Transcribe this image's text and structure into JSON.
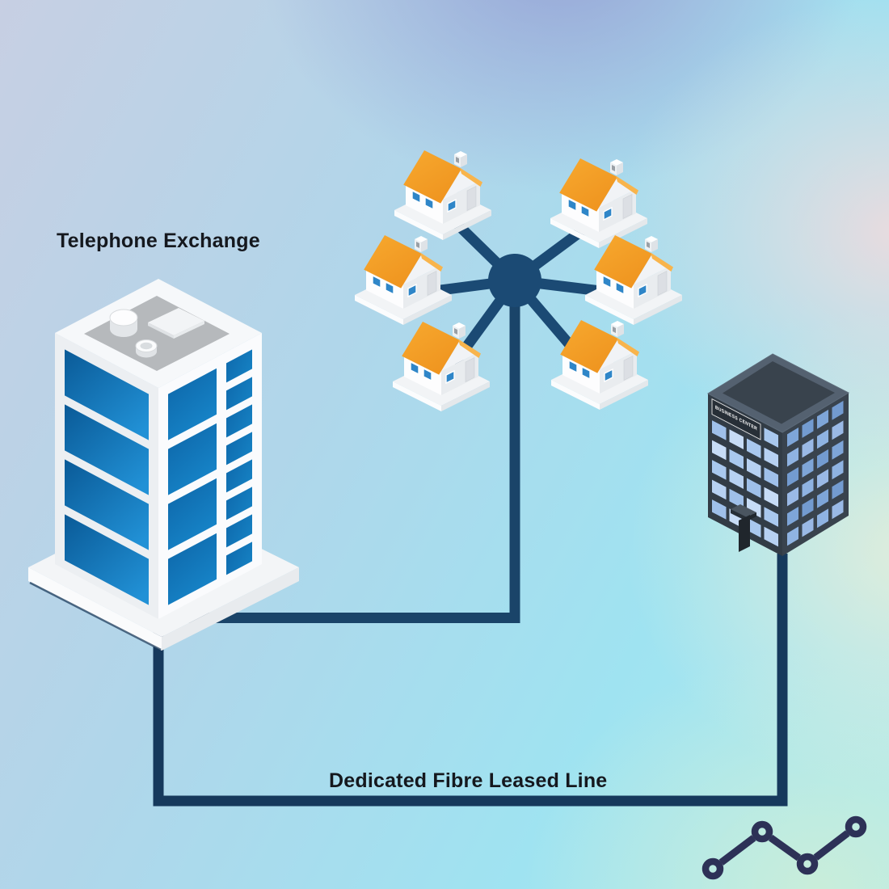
{
  "labels": {
    "telephone_exchange": "Telephone Exchange",
    "dedicated_line": "Dedicated Fibre Leased Line"
  },
  "business_center": {
    "sign": "BUSINESS CENTER"
  },
  "diagram": {
    "type": "fibre-leased-line-network",
    "nodes": [
      {
        "id": "telephone-exchange",
        "kind": "exchange-tower",
        "label": "Telephone Exchange"
      },
      {
        "id": "distribution-hub",
        "kind": "hub-junction"
      },
      {
        "id": "house-1",
        "kind": "house"
      },
      {
        "id": "house-2",
        "kind": "house"
      },
      {
        "id": "house-3",
        "kind": "house"
      },
      {
        "id": "house-4",
        "kind": "house"
      },
      {
        "id": "house-5",
        "kind": "house"
      },
      {
        "id": "house-6",
        "kind": "house"
      },
      {
        "id": "business-center",
        "kind": "office-building",
        "label": "BUSINESS CENTER"
      }
    ],
    "connections": [
      {
        "from": "distribution-hub",
        "to": "house-1"
      },
      {
        "from": "distribution-hub",
        "to": "house-2"
      },
      {
        "from": "distribution-hub",
        "to": "house-3"
      },
      {
        "from": "distribution-hub",
        "to": "house-4"
      },
      {
        "from": "distribution-hub",
        "to": "house-5"
      },
      {
        "from": "distribution-hub",
        "to": "house-6"
      },
      {
        "from": "distribution-hub",
        "to": "telephone-exchange"
      },
      {
        "from": "telephone-exchange",
        "to": "business-center",
        "label": "Dedicated Fibre Leased Line"
      }
    ]
  },
  "icons": [
    {
      "name": "line-chart-icon",
      "color": "#2d3157"
    }
  ],
  "colors": {
    "hub_line": "#1b4a74",
    "leased_line": "#16395c",
    "house_roof": "#f5a42f",
    "exchange_panel_blue": "#0f6cae",
    "building_frame": "#343e48",
    "building_window": "#a9c7ec",
    "label_text": "#15181e",
    "background_cyan": "#9fe3f1"
  }
}
